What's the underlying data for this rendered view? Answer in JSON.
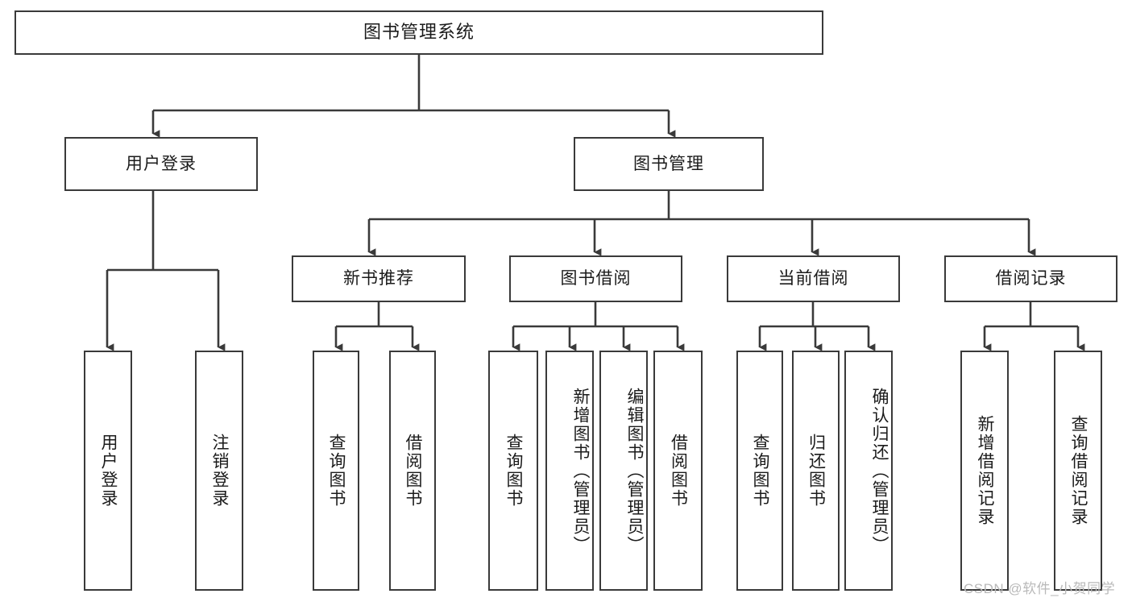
{
  "diagram": {
    "title": "图书管理系统",
    "type": "tree-hierarchy-chart",
    "background_color": "#ffffff",
    "line_color": "#3a3a3a",
    "text_color": "#1b1b1b",
    "watermark": "CSDN @软件_小贺同学",
    "watermark_color": "#b9b9b9"
  },
  "nodes": {
    "root": {
      "label": "图书管理系统"
    },
    "level1": [
      {
        "label": "用户登录"
      },
      {
        "label": "图书管理"
      }
    ],
    "level2": [
      {
        "label": "新书推荐"
      },
      {
        "label": "图书借阅"
      },
      {
        "label": "当前借阅"
      },
      {
        "label": "借阅记录"
      }
    ],
    "leaves": {
      "user_login": [
        {
          "label": "用户登录"
        },
        {
          "label": "注销登录"
        }
      ],
      "new_book_recommend": [
        {
          "label": "查询图书"
        },
        {
          "label": "借阅图书"
        }
      ],
      "book_borrow": [
        {
          "label": "查询图书"
        },
        {
          "label": "新增图书（管理员）"
        },
        {
          "label": "编辑图书（管理员）"
        },
        {
          "label": "借阅图书"
        }
      ],
      "current_borrow": [
        {
          "label": "查询图书"
        },
        {
          "label": "归还图书"
        },
        {
          "label": "确认归还（管理员）"
        }
      ],
      "borrow_record": [
        {
          "label": "新增借阅记录"
        },
        {
          "label": "查询借阅记录"
        }
      ]
    }
  },
  "chart_data": {
    "type": "tree",
    "title": "图书管理系统",
    "tree": {
      "name": "图书管理系统",
      "children": [
        {
          "name": "用户登录",
          "children": [
            {
              "name": "用户登录"
            },
            {
              "name": "注销登录"
            }
          ]
        },
        {
          "name": "图书管理",
          "children": [
            {
              "name": "新书推荐",
              "children": [
                {
                  "name": "查询图书"
                },
                {
                  "name": "借阅图书"
                }
              ]
            },
            {
              "name": "图书借阅",
              "children": [
                {
                  "name": "查询图书"
                },
                {
                  "name": "新增图书（管理员）"
                },
                {
                  "name": "编辑图书（管理员）"
                },
                {
                  "name": "借阅图书"
                }
              ]
            },
            {
              "name": "当前借阅",
              "children": [
                {
                  "name": "查询图书"
                },
                {
                  "name": "归还图书"
                },
                {
                  "name": "确认归还（管理员）"
                }
              ]
            },
            {
              "name": "借阅记录",
              "children": [
                {
                  "name": "新增借阅记录"
                },
                {
                  "name": "查询借阅记录"
                }
              ]
            }
          ]
        }
      ]
    },
    "depth": 4,
    "node_count": 18,
    "orientation": "top-down",
    "edge_style": "orthogonal-with-arrowheads"
  }
}
